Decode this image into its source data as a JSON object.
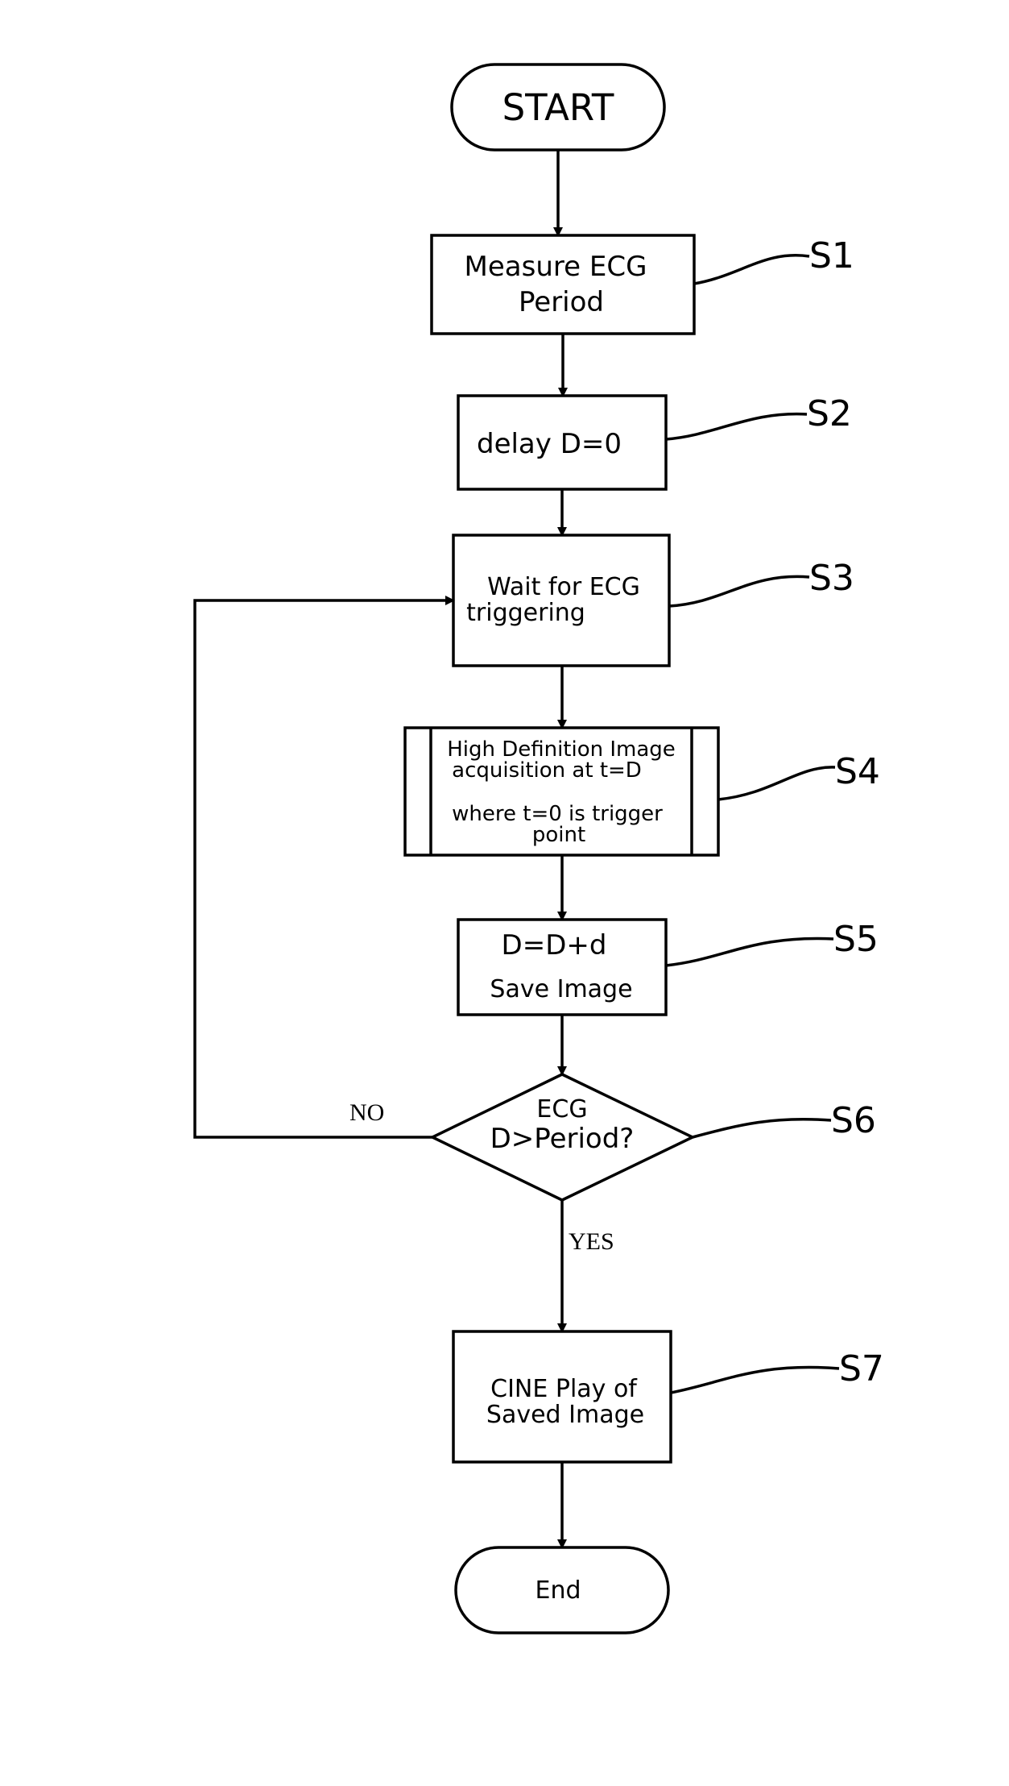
{
  "nodes": {
    "start": {
      "label": "START"
    },
    "s1": {
      "line1": "Measure ECG",
      "line2": "Period",
      "step": "S1"
    },
    "s2": {
      "label": "delay  D=0",
      "step": "S2"
    },
    "s3": {
      "line1": "Wait for ECG",
      "line2": "triggering",
      "step": "S3"
    },
    "s4": {
      "line1": "High Definition Image",
      "line2": "acquisition at t=D",
      "line3": "where t=0 is trigger",
      "line4": "point",
      "step": "S4"
    },
    "s5": {
      "line1": "D=D+d",
      "line2": "Save Image",
      "step": "S5"
    },
    "s6": {
      "line1": "ECG",
      "line2": "D>Period?",
      "step": "S6"
    },
    "s7": {
      "line1": "CINE Play of",
      "line2": "Saved Image",
      "step": "S7"
    },
    "end": {
      "label": "End"
    }
  },
  "edges": {
    "no_label": "NO",
    "yes_label": "YES"
  }
}
